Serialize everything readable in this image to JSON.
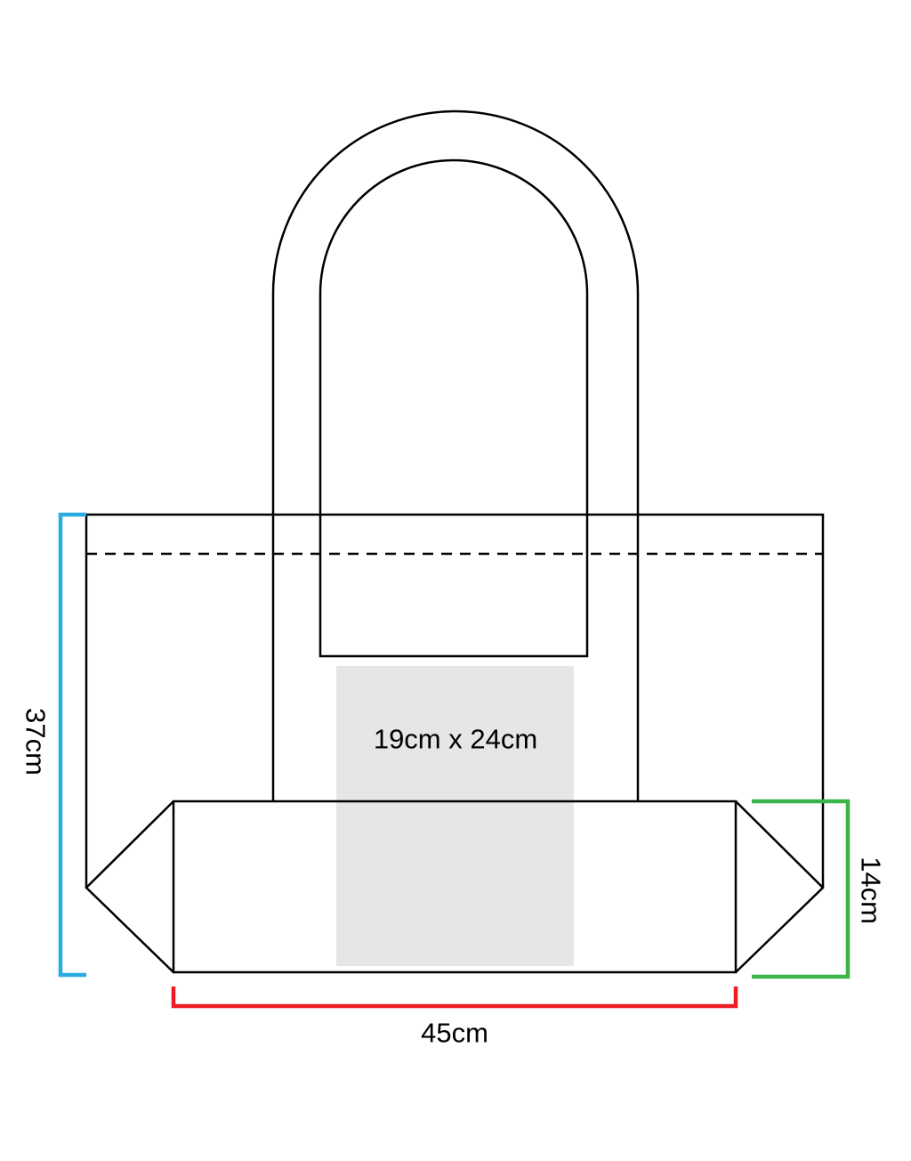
{
  "diagram": {
    "outline_color": "#000000",
    "background": "#ffffff",
    "print_area": {
      "label": "19cm x 24cm",
      "fill": "#e6e6e6"
    },
    "dimensions": {
      "height": {
        "label": "37cm",
        "color": "#29abe2"
      },
      "width": {
        "label": "45cm",
        "color": "#ed1c24"
      },
      "gusset": {
        "label": "14cm",
        "color": "#39b54a"
      }
    }
  }
}
